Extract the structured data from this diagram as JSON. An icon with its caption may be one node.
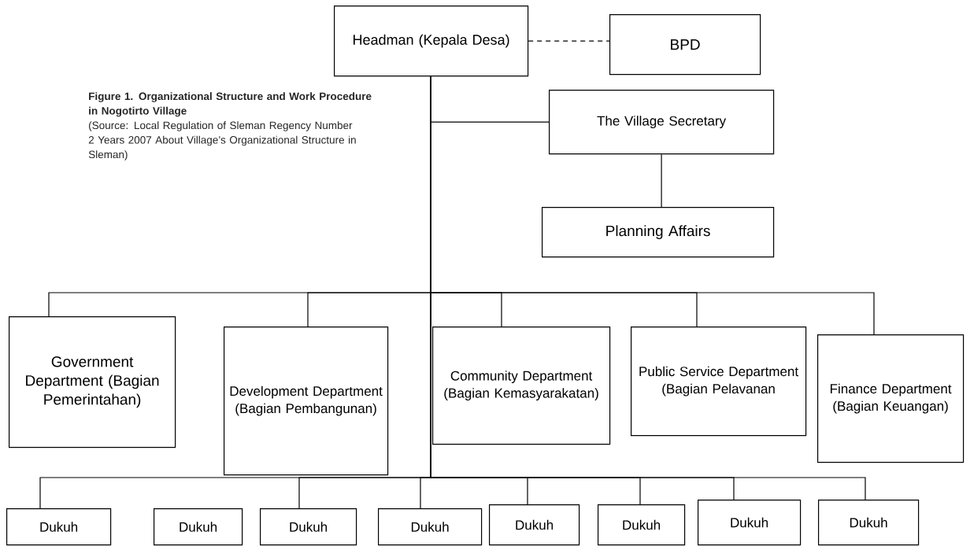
{
  "diagram": {
    "title": "Figure 1. Organizational Structure and Work Procedure in Nogotirto Village",
    "caption": "(Source: Local Regulation of Sleman Regency Number 2 Years 2007 About Village’s Organizational Structure in Sleman)",
    "nodes": [
      {
        "text": [
          "Headman (Kepala Desa)"
        ]
      },
      {
        "text": [
          "BPD"
        ]
      },
      {
        "text": [
          "The Village Secretary"
        ]
      },
      {
        "text": [
          "Planning Affairs"
        ]
      },
      {
        "text": [
          "Government Department (Bagian Pemerintahan)"
        ]
      },
      {
        "text": [
          "Development Department (Bagian Pembangunan)"
        ]
      },
      {
        "text": [
          "Community Department (Bagian Kemasyarakatan)"
        ]
      },
      {
        "text": [
          "Public Service Department (Bagian Pelavanan"
        ]
      },
      {
        "text": [
          "Finance Department (Bagian Keuangan)"
        ]
      },
      {
        "text": [
          "Dukuh"
        ]
      },
      {
        "text": [
          "Dukuh"
        ]
      },
      {
        "text": [
          "Dukuh"
        ]
      },
      {
        "text": [
          "Dukuh"
        ]
      },
      {
        "text": [
          "Dukuh"
        ]
      },
      {
        "text": [
          "Dukuh"
        ]
      },
      {
        "text": [
          "Dukuh"
        ]
      },
      {
        "text": [
          "Dukuh"
        ]
      }
    ],
    "edges": [
      {
        "from": 0,
        "to": 1,
        "arrow": "none",
        "style": "dashed"
      },
      {
        "from": 0,
        "to": 2,
        "arrow": "none"
      },
      {
        "from": 2,
        "to": 3,
        "arrow": "none"
      },
      {
        "from": 0,
        "to": 4,
        "arrow": "none"
      },
      {
        "from": 0,
        "to": 5,
        "arrow": "none"
      },
      {
        "from": 0,
        "to": 6,
        "arrow": "none"
      },
      {
        "from": 0,
        "to": 7,
        "arrow": "none"
      },
      {
        "from": 0,
        "to": 8,
        "arrow": "none"
      },
      {
        "from": 0,
        "to": 9,
        "arrow": "none"
      },
      {
        "from": 0,
        "to": 11,
        "arrow": "none"
      },
      {
        "from": 0,
        "to": 12,
        "arrow": "none"
      },
      {
        "from": 0,
        "to": 13,
        "arrow": "none"
      },
      {
        "from": 0,
        "to": 14,
        "arrow": "none"
      },
      {
        "from": 0,
        "to": 15,
        "arrow": "none"
      },
      {
        "from": 0,
        "to": 16,
        "arrow": "none"
      }
    ]
  }
}
